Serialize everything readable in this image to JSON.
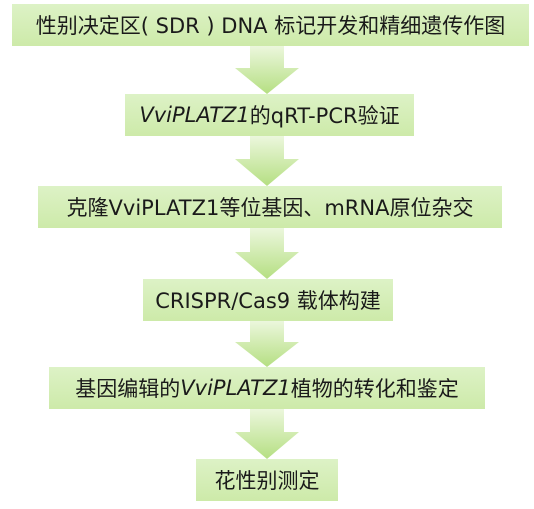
{
  "steps": [
    {
      "text": "性别决定区( SDR ) DNA 标记开发和精细遗传作图"
    },
    {
      "italic": "VviPLATZ1",
      "after": "的qRT-PCR验证"
    },
    {
      "text": "克隆VviPLATZ1等位基因、mRNA原位杂交"
    },
    {
      "text": "CRISPR/Cas9 载体构建"
    },
    {
      "before": "基因编辑的",
      "italic": "VviPLATZ1",
      "after": "植物的转化和鉴定"
    },
    {
      "text": "花性别测定"
    }
  ],
  "colors": {
    "box_fill_top": "#ddf2c6",
    "box_fill_bottom": "#cdeaa9",
    "arrow_fill_top": "#ecf7dd",
    "arrow_fill_bottom": "#b5df82",
    "text": "#1a1a1a"
  },
  "icons": {
    "connector": "down-arrow-icon"
  }
}
